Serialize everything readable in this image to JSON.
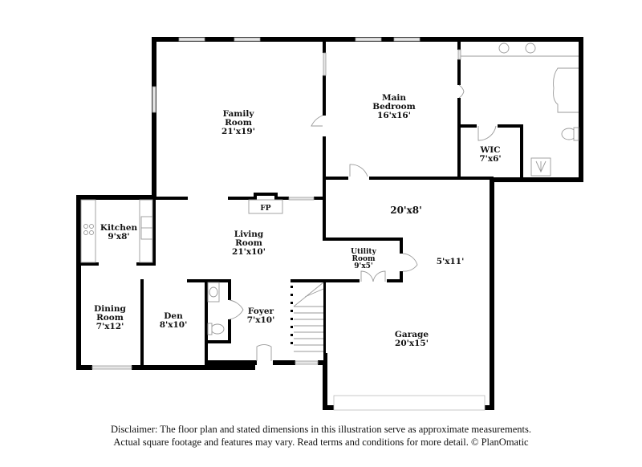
{
  "rooms": {
    "family_room": {
      "name": "Family\nRoom",
      "line1": "Family",
      "line2": "Room",
      "dims": "21'x19'"
    },
    "main_bedroom": {
      "line1": "Main",
      "line2": "Bedroom",
      "dims": "16'x16'"
    },
    "wic": {
      "line1": "WIC",
      "dims": "7'x6'"
    },
    "kitchen": {
      "line1": "Kitchen",
      "dims": "9'x8'"
    },
    "fireplace": {
      "label": "FP"
    },
    "living_room": {
      "line1": "Living",
      "line2": "Room",
      "dims": "21'x10'"
    },
    "hall_upper": {
      "dims": "20'x8'"
    },
    "utility_room": {
      "line1": "Utility",
      "line2": "Room",
      "dims": "9'x5'"
    },
    "hall_side": {
      "dims": "5'x11'"
    },
    "dining_room": {
      "line1": "Dining",
      "line2": "Room",
      "dims": "7'x12'"
    },
    "den": {
      "line1": "Den",
      "dims": "8'x10'"
    },
    "foyer": {
      "line1": "Foyer",
      "dims": "7'x10'"
    },
    "garage": {
      "line1": "Garage",
      "dims": "20'x15'"
    }
  },
  "disclaimer": {
    "line1": "Disclaimer: The floor plan and stated dimensions in this illustration serve as approximate measurements.",
    "line2": "Actual square footage and features may vary. Read terms and conditions for more detail. © PlanOmatic"
  },
  "colors": {
    "wall": "#000000",
    "window": "#e6e6e6",
    "fixture_line": "#9a9a9a",
    "background": "#ffffff"
  }
}
